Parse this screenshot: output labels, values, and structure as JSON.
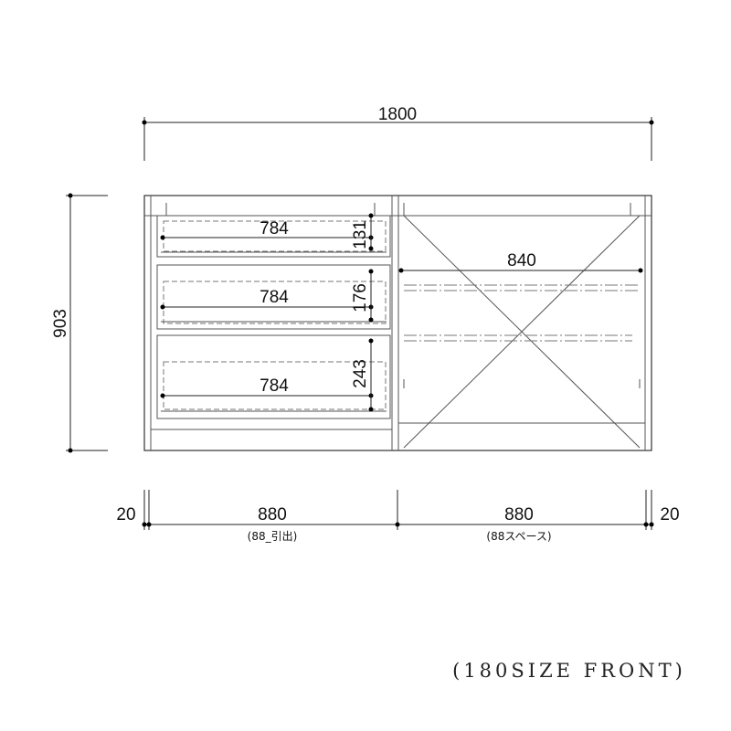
{
  "dimensions": {
    "overall_width": "1800",
    "overall_height": "903",
    "left_side_thickness": "20",
    "right_side_thickness": "20",
    "left_section_width": "880",
    "right_section_width": "880",
    "left_section_note": "(88_引出)",
    "right_section_note": "(88スペース)",
    "drawers": [
      {
        "width": "784",
        "height": "131"
      },
      {
        "width": "784",
        "height": "176"
      },
      {
        "width": "784",
        "height": "243"
      }
    ],
    "shelf_width": "840"
  },
  "caption": "(180SIZE FRONT)"
}
